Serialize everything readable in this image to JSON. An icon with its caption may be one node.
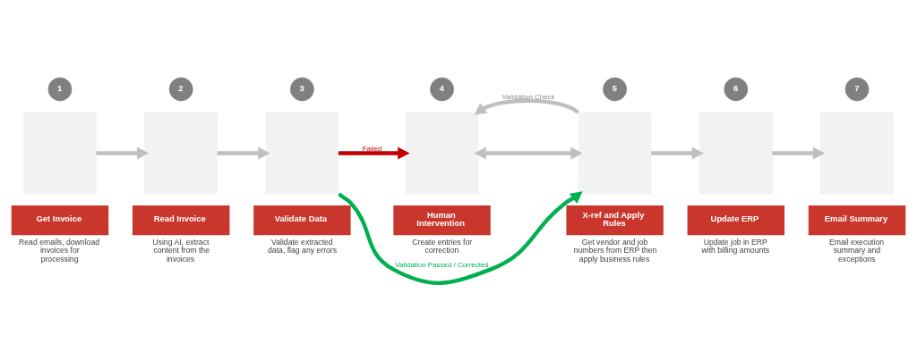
{
  "diagram": {
    "nodes": [
      {
        "text": [
          "1"
        ]
      },
      {
        "text": [],
        "shape": "box"
      },
      {
        "text": [
          "Get Invoice"
        ],
        "beside": [
          "Read emails, download invoices for processing"
        ]
      },
      {
        "text": [
          "2"
        ]
      },
      {
        "text": [],
        "shape": "box"
      },
      {
        "text": [
          "Read Invoice"
        ],
        "beside": [
          "Using AI, extract content from the invoices"
        ]
      },
      {
        "text": [
          "3"
        ]
      },
      {
        "text": [],
        "shape": "box"
      },
      {
        "text": [
          "Validate Data"
        ],
        "beside": [
          "Validate extracted data, flag any errors"
        ]
      },
      {
        "text": [
          "4"
        ]
      },
      {
        "text": [],
        "shape": "box"
      },
      {
        "text": [
          "Human Intervention"
        ],
        "beside": [
          "Create entries for correction"
        ]
      },
      {
        "text": [
          "5"
        ]
      },
      {
        "text": [],
        "shape": "box"
      },
      {
        "text": [
          "X-ref and Apply Rules"
        ],
        "beside": [
          "Get vendor and job numbers from ERP then apply business rules"
        ]
      },
      {
        "text": [
          "6"
        ]
      },
      {
        "text": [],
        "shape": "box"
      },
      {
        "text": [
          "Update ERP"
        ],
        "beside": [
          "Update job in ERP with billing amounts"
        ]
      },
      {
        "text": [
          "7"
        ]
      },
      {
        "text": [],
        "shape": "box"
      },
      {
        "text": [
          "Email Summary"
        ],
        "beside": [
          "Email execution summary and exceptions"
        ]
      }
    ],
    "edges": [
      {
        "from": 1,
        "to": 4,
        "arrow": "to"
      },
      {
        "from": 4,
        "to": 7,
        "arrow": "to"
      },
      {
        "from": 7,
        "to": 10,
        "arrow": "to",
        "label": "Failed",
        "color": "#c00000"
      },
      {
        "from": 13,
        "to": 10,
        "arrow": "to",
        "label": "Validation Check"
      },
      {
        "from": 10,
        "to": 13,
        "arrow": "both"
      },
      {
        "from": 7,
        "to": 13,
        "arrow": "to",
        "label": "Validation Passed / Corrected",
        "color": "#00b050"
      },
      {
        "from": 13,
        "to": 16,
        "arrow": "to"
      },
      {
        "from": 16,
        "to": 19,
        "arrow": "to"
      }
    ]
  }
}
